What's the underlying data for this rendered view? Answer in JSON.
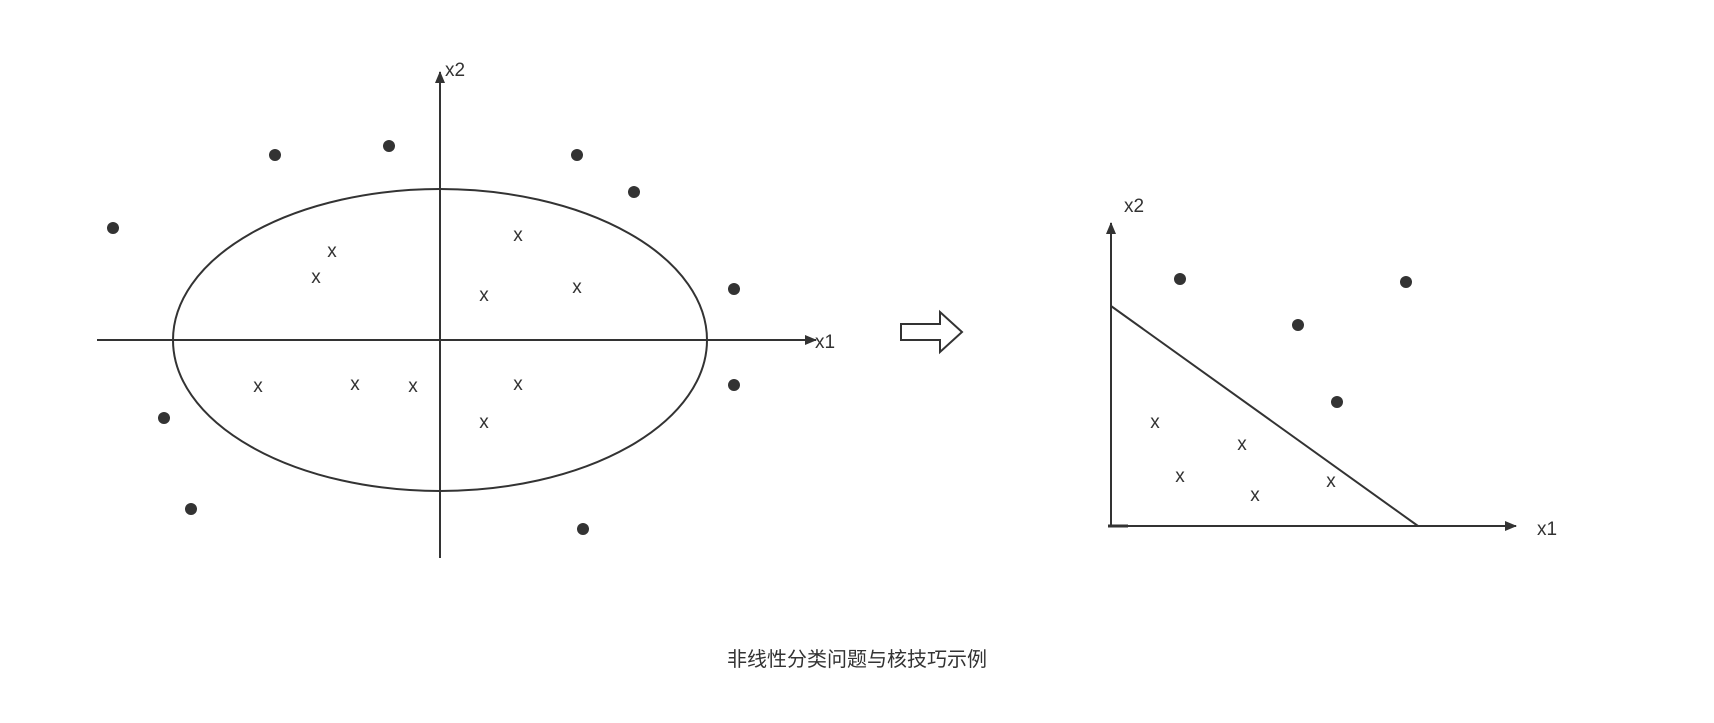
{
  "caption": "非线性分类问题与核技巧示例",
  "colors": {
    "stroke": "#333333",
    "dot": "#333333",
    "arrow_fill": "#ffffff"
  },
  "left_plot": {
    "x_axis_label": "x1",
    "y_axis_label": "x2",
    "class_a_marker": "x",
    "class_b_marker": "dot",
    "boundary_shape": "ellipse"
  },
  "transform_arrow": {
    "icon": "right-arrow-icon"
  },
  "right_plot": {
    "x_axis_label": "x1",
    "y_axis_label": "x2",
    "class_a_marker": "x",
    "class_b_marker": "dot",
    "boundary_shape": "straight-line"
  }
}
